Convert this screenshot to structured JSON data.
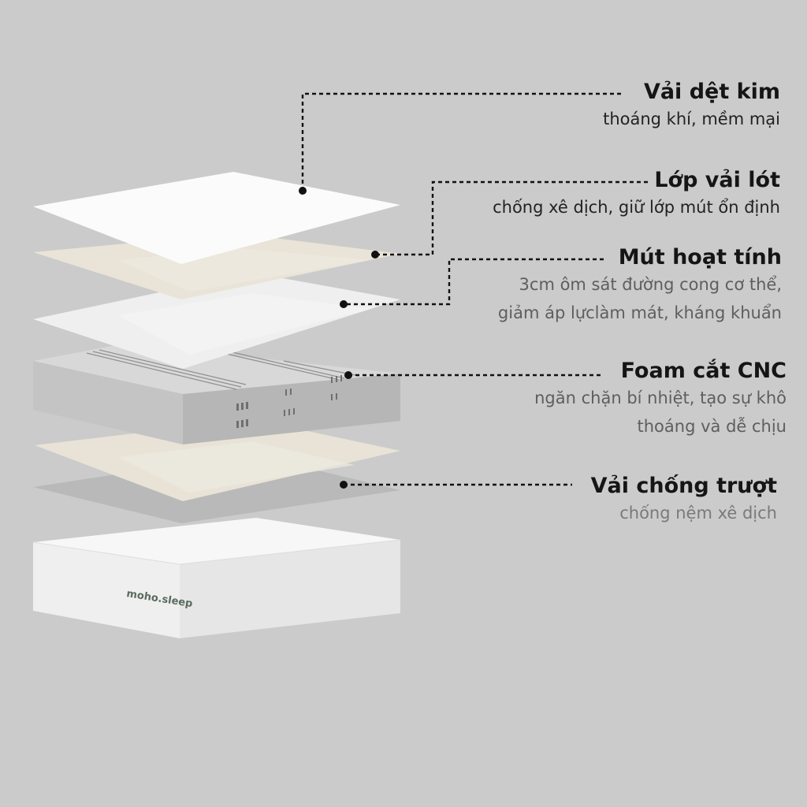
{
  "brand_logo": "moho.sleep",
  "layers": [
    {
      "title": "Vải dệt kim",
      "desc": [
        "thoáng khí, mềm mại"
      ]
    },
    {
      "title": "Lớp vải lót",
      "desc": [
        "chống xê dịch, giữ lớp mút ổn định"
      ]
    },
    {
      "title": "Mút hoạt tính",
      "desc": [
        "3cm ôm sát đường cong cơ thể,",
        "giảm áp lựclàm mát, kháng khuẩn"
      ]
    },
    {
      "title": "Foam cắt CNC",
      "desc": [
        "ngăn chặn bí nhiệt, tạo sự khô",
        "thoáng và dễ chịu"
      ]
    },
    {
      "title": "Vải chống trượt",
      "desc": [
        "chống nệm xê dịch"
      ]
    }
  ],
  "colors": {
    "background": "#cbcbcb",
    "title": "#151515",
    "leader_line": "#111111"
  }
}
